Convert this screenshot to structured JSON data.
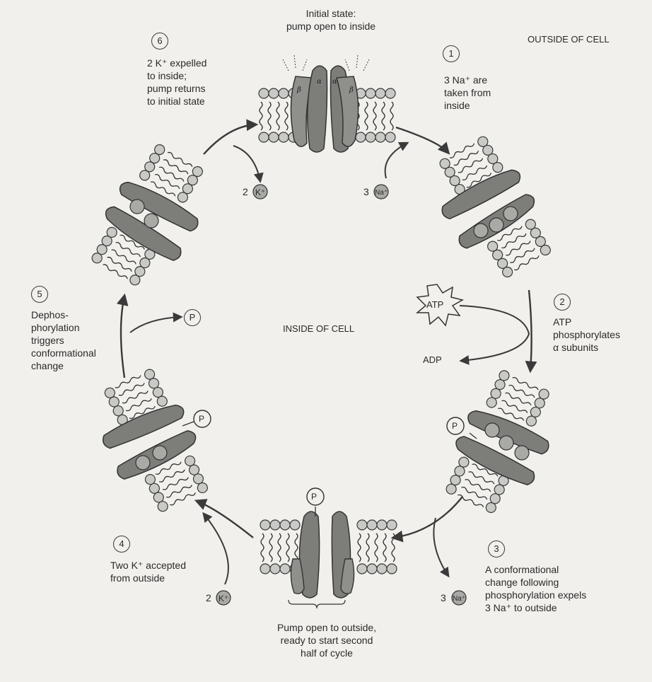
{
  "title_initial": {
    "l1": "Initial state:",
    "l2": "pump open to inside"
  },
  "outside_label": "OUTSIDE OF CELL",
  "inside_label": "INSIDE OF CELL",
  "steps": {
    "s1": {
      "num": "1",
      "lines": [
        "3 Na⁺ are",
        "taken from",
        "inside"
      ]
    },
    "s2": {
      "num": "2",
      "lines": [
        "ATP",
        "phosphorylates",
        "α subunits"
      ]
    },
    "s3": {
      "num": "3",
      "lines": [
        "A conformational",
        "change following",
        "phosphorylation expels",
        "3 Na⁺ to outside"
      ]
    },
    "s4": {
      "num": "4",
      "lines": [
        "Two K⁺ accepted",
        "from outside"
      ]
    },
    "s5": {
      "num": "5",
      "lines": [
        "Dephos-",
        "phorylation",
        "triggers",
        "conformational",
        "change"
      ]
    },
    "s6": {
      "num": "6",
      "lines": [
        "2 K⁺ expelled",
        "to inside;",
        "pump returns",
        "to initial state"
      ]
    }
  },
  "bottom_caption": [
    "Pump open to outside,",
    "ready to start second",
    "half of cycle"
  ],
  "ions": {
    "k_top": {
      "count": "2",
      "symbol": "K⁺"
    },
    "na_top": {
      "count": "3",
      "symbol": "Na⁺"
    },
    "na_bottom": {
      "count": "3",
      "symbol": "Na⁺"
    },
    "k_bottom": {
      "count": "2",
      "symbol": "K⁺"
    }
  },
  "atp": "ATP",
  "adp": "ADP",
  "phosphate": "P",
  "subunits": {
    "alpha": "α",
    "beta": "β"
  }
}
